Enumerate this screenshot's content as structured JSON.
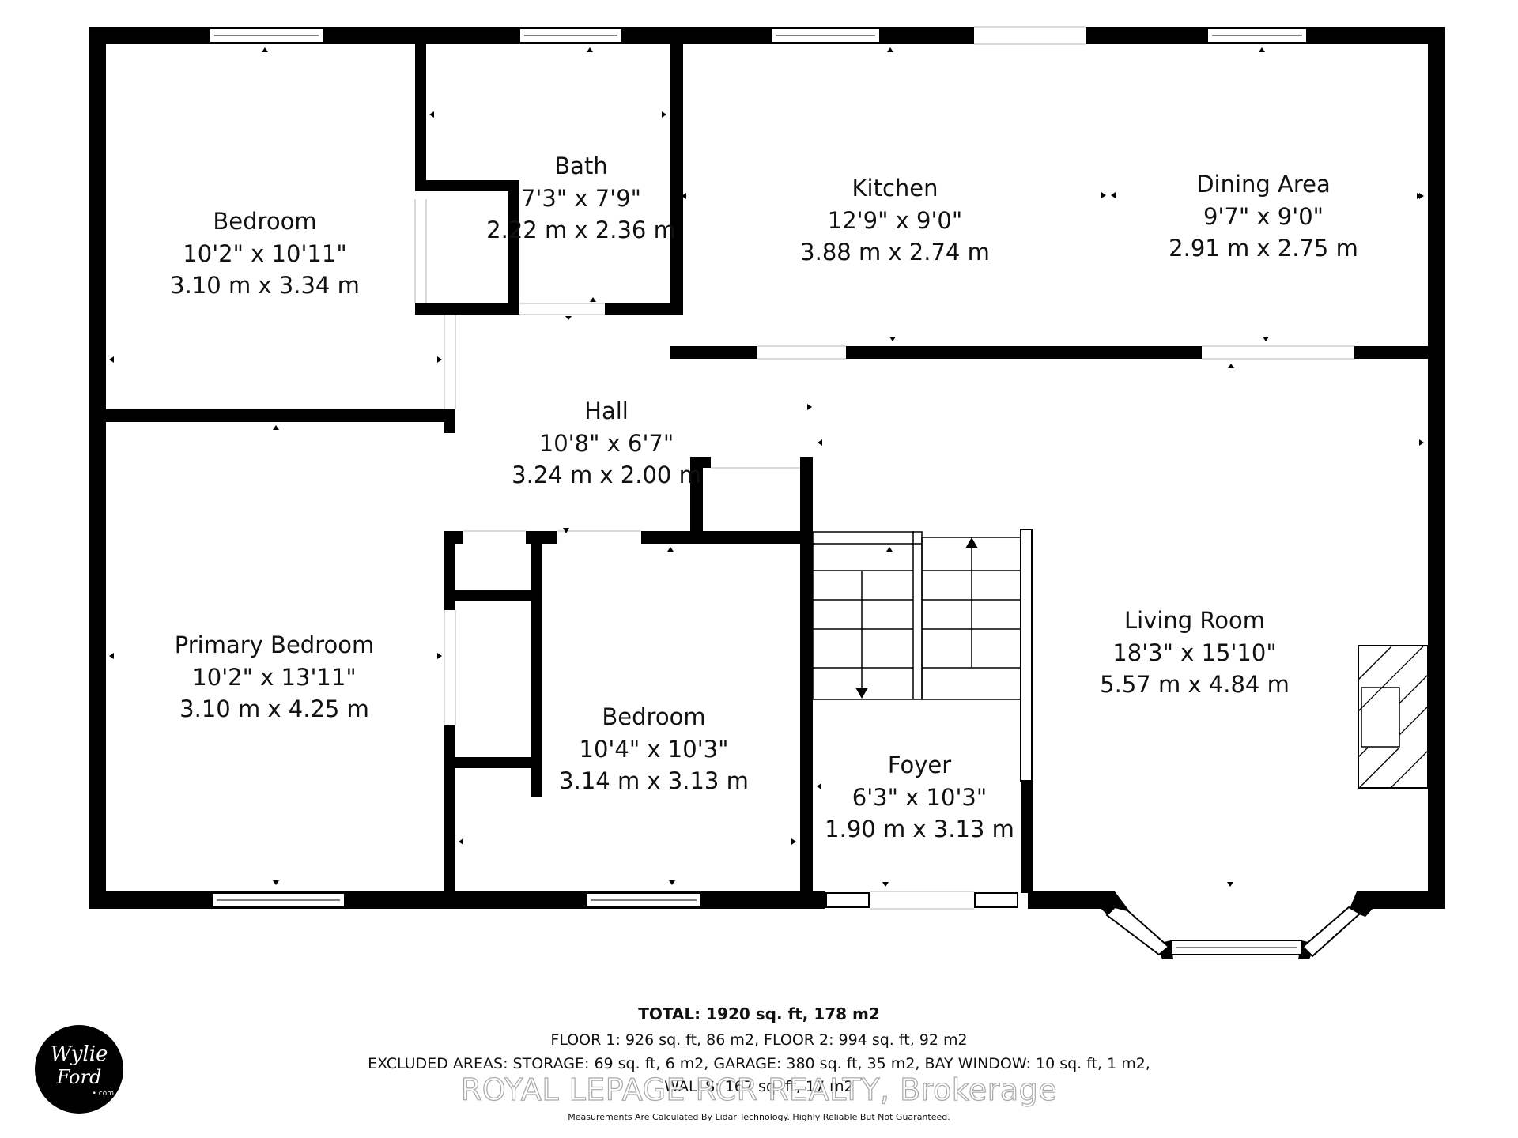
{
  "rooms": {
    "bedroom_top": {
      "name": "Bedroom",
      "imperial": "10'2\" x 10'11\"",
      "metric": "3.10 m x 3.34 m"
    },
    "bath": {
      "name": "Bath",
      "imperial": "7'3\" x 7'9\"",
      "metric": "2.22 m x 2.36 m"
    },
    "kitchen": {
      "name": "Kitchen",
      "imperial": "12'9\" x 9'0\"",
      "metric": "3.88 m x 2.74 m"
    },
    "dining": {
      "name": "Dining Area",
      "imperial": "9'7\" x 9'0\"",
      "metric": "2.91 m x 2.75 m"
    },
    "hall": {
      "name": "Hall",
      "imperial": "10'8\" x 6'7\"",
      "metric": "3.24 m x 2.00 m"
    },
    "primary": {
      "name": "Primary Bedroom",
      "imperial": "10'2\" x 13'11\"",
      "metric": "3.10 m x 4.25 m"
    },
    "bedroom_mid": {
      "name": "Bedroom",
      "imperial": "10'4\" x 10'3\"",
      "metric": "3.14 m x 3.13 m"
    },
    "foyer": {
      "name": "Foyer",
      "imperial": "6'3\" x 10'3\"",
      "metric": "1.90 m x 3.13 m"
    },
    "living": {
      "name": "Living Room",
      "imperial": "18'3\" x 15'10\"",
      "metric": "5.57 m x 4.84 m"
    }
  },
  "summary": {
    "total": "TOTAL: 1920 sq. ft, 178 m2",
    "floors": "FLOOR 1: 926 sq. ft, 86 m2, FLOOR 2: 994 sq. ft, 92 m2",
    "excluded": "EXCLUDED AREAS: STORAGE: 69 sq. ft, 6 m2, GARAGE: 380 sq. ft, 35 m2, BAY WINDOW: 10 sq. ft, 1 m2,",
    "walls": "WALLS: 167 sq. ft, 17 m2",
    "disclaimer": "Measurements Are Calculated By Lidar Technology. Highly Reliable But Not Guaranteed."
  },
  "watermark": {
    "brokerage": "ROYAL LEPAGE RCR REALTY, Brokerage"
  },
  "logo": {
    "line1": "Wylie",
    "line2": "Ford",
    "line3": "• com"
  },
  "colors": {
    "wall": "#000000",
    "background": "#ffffff",
    "window": "#ffffff"
  }
}
